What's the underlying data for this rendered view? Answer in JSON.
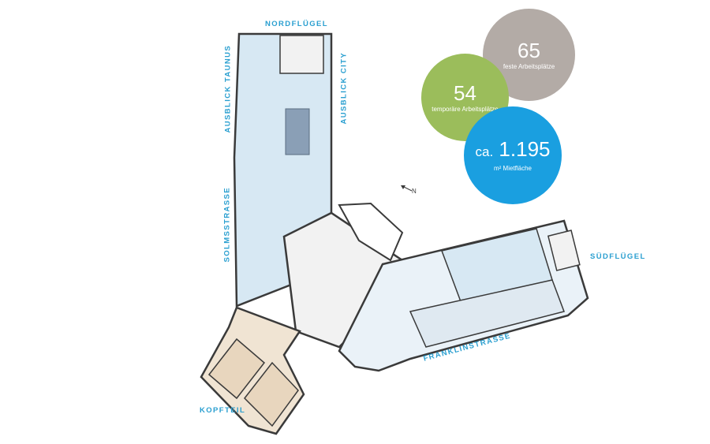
{
  "labels": {
    "nordfluegel": "NORDFLÜGEL",
    "suedfluegel": "SÜDFLÜGEL",
    "ausblick_taunus": "AUSBLICK TAUNUS",
    "ausblick_city": "AUSBLICK CITY",
    "solmsstrasse": "SOLMSSTRASSE",
    "franklinstrasse": "FRANKLINSTRASSE",
    "kopfteil": "KOPFTEIL",
    "north_arrow": "N"
  },
  "stats": {
    "fixed": {
      "value": "65",
      "caption": "feste Arbeitsplätze",
      "color": "#b3aba6"
    },
    "temporary": {
      "value": "54",
      "caption": "temporäre Arbeitsplätze",
      "color": "#9bbd5b"
    },
    "area": {
      "prefix": "ca.",
      "value": "1.195",
      "caption": "m² Mietfläche",
      "color": "#1a9fe0"
    }
  },
  "colors": {
    "label": "#2a9fd0",
    "wall": "#3a3a3a",
    "office_blue": "#d7e8f3",
    "office_light": "#eaf2f8",
    "kopfteil_beige": "#f0e4d3",
    "corridor": "#f2f2f2"
  }
}
